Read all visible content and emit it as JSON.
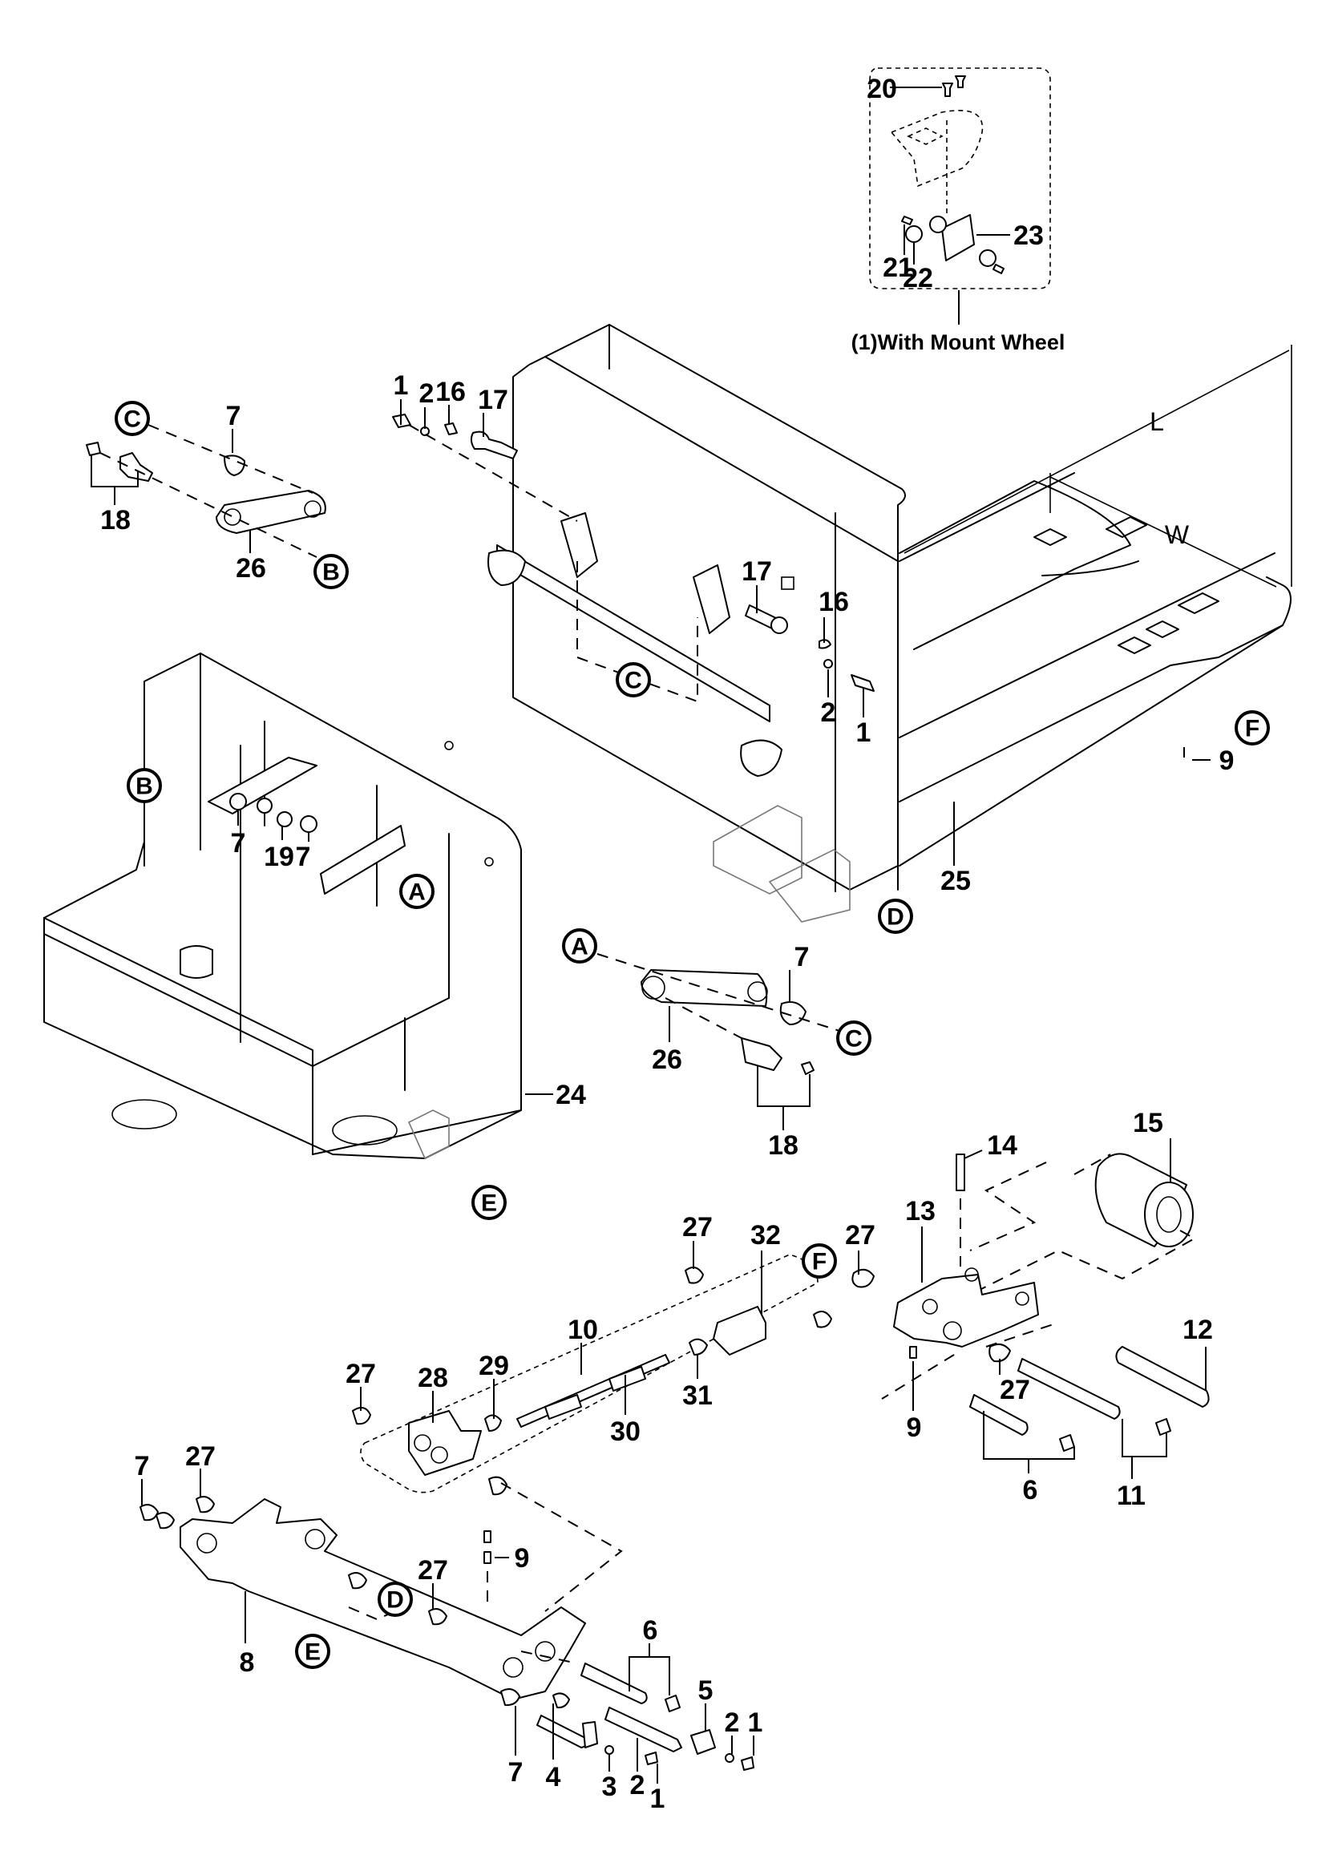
{
  "diagram": {
    "type": "exploded-parts-diagram",
    "subject": "Pallet truck chassis / frame, fork frame and load wheel linkage"
  },
  "inset": {
    "caption": "(1)With Mount Wheel",
    "callouts": [
      "20",
      "21",
      "22",
      "23"
    ]
  },
  "dimensions": {
    "length": "L",
    "width": "W"
  },
  "reference_markers": [
    "A",
    "B",
    "C",
    "D",
    "E",
    "F"
  ],
  "callouts": [
    {
      "id": "c1a",
      "label": "1"
    },
    {
      "id": "c2a",
      "label": "2"
    },
    {
      "id": "c16a",
      "label": "16"
    },
    {
      "id": "c17a",
      "label": "17"
    },
    {
      "id": "c17b",
      "label": "17"
    },
    {
      "id": "c16b",
      "label": "16"
    },
    {
      "id": "c2b",
      "label": "2"
    },
    {
      "id": "c1b",
      "label": "1"
    },
    {
      "id": "c7a",
      "label": "7"
    },
    {
      "id": "c18a",
      "label": "18"
    },
    {
      "id": "c26a",
      "label": "26"
    },
    {
      "id": "c7b",
      "label": "7"
    },
    {
      "id": "c19",
      "label": "19"
    },
    {
      "id": "c7c",
      "label": "7"
    },
    {
      "id": "c9a",
      "label": "9"
    },
    {
      "id": "c25",
      "label": "25"
    },
    {
      "id": "c24",
      "label": "24"
    },
    {
      "id": "c7d",
      "label": "7"
    },
    {
      "id": "c26b",
      "label": "26"
    },
    {
      "id": "c18b",
      "label": "18"
    },
    {
      "id": "c15",
      "label": "15"
    },
    {
      "id": "c14",
      "label": "14"
    },
    {
      "id": "c13",
      "label": "13"
    },
    {
      "id": "c27a",
      "label": "27"
    },
    {
      "id": "c27b",
      "label": "27"
    },
    {
      "id": "c32",
      "label": "32"
    },
    {
      "id": "c10",
      "label": "10"
    },
    {
      "id": "c31",
      "label": "31"
    },
    {
      "id": "c30",
      "label": "30"
    },
    {
      "id": "c29",
      "label": "29"
    },
    {
      "id": "c28",
      "label": "28"
    },
    {
      "id": "c27c",
      "label": "27"
    },
    {
      "id": "c12",
      "label": "12"
    },
    {
      "id": "c9b",
      "label": "9"
    },
    {
      "id": "c27d",
      "label": "27"
    },
    {
      "id": "c6a",
      "label": "6"
    },
    {
      "id": "c11",
      "label": "11"
    },
    {
      "id": "c7e",
      "label": "7"
    },
    {
      "id": "c27e",
      "label": "27"
    },
    {
      "id": "c8",
      "label": "8"
    },
    {
      "id": "c27f",
      "label": "27"
    },
    {
      "id": "c9c",
      "label": "9"
    },
    {
      "id": "c6b",
      "label": "6"
    },
    {
      "id": "c5",
      "label": "5"
    },
    {
      "id": "c2c",
      "label": "2"
    },
    {
      "id": "c1c",
      "label": "1"
    },
    {
      "id": "c7f",
      "label": "7"
    },
    {
      "id": "c4",
      "label": "4"
    },
    {
      "id": "c3",
      "label": "3"
    },
    {
      "id": "c2d",
      "label": "2"
    },
    {
      "id": "c1d",
      "label": "1"
    },
    {
      "id": "c20",
      "label": "20"
    },
    {
      "id": "c21",
      "label": "21"
    },
    {
      "id": "c22",
      "label": "22"
    },
    {
      "id": "c23",
      "label": "23"
    }
  ],
  "labels": {
    "c1a": "1",
    "c2a": "2",
    "c16a": "16",
    "c17a": "17",
    "c17b": "17",
    "c16b": "16",
    "c2b": "2",
    "c1b": "1",
    "c7a": "7",
    "c18a": "18",
    "c26a": "26",
    "c7b": "7",
    "c19": "19",
    "c7c": "7",
    "c9a": "9",
    "c25": "25",
    "c24": "24",
    "c7d": "7",
    "c26b": "26",
    "c18b": "18",
    "c15": "15",
    "c14": "14",
    "c13": "13",
    "c27a": "27",
    "c27b": "27",
    "c32": "32",
    "c10": "10",
    "c31": "31",
    "c30": "30",
    "c29": "29",
    "c28": "28",
    "c27c": "27",
    "c12": "12",
    "c9b": "9",
    "c27d": "27",
    "c6a": "6",
    "c11": "11",
    "c7e": "7",
    "c27e": "27",
    "c8": "8",
    "c27f": "27",
    "c9c": "9",
    "c6b": "6",
    "c5": "5",
    "c2c": "2",
    "c1c": "1",
    "c7f": "7",
    "c4": "4",
    "c3": "3",
    "c2d": "2",
    "c1d": "1",
    "c20": "20",
    "c21": "21",
    "c22": "22",
    "c23": "23"
  },
  "refs": {
    "A": "A",
    "B": "B",
    "C": "C",
    "D": "D",
    "E": "E",
    "F": "F"
  }
}
